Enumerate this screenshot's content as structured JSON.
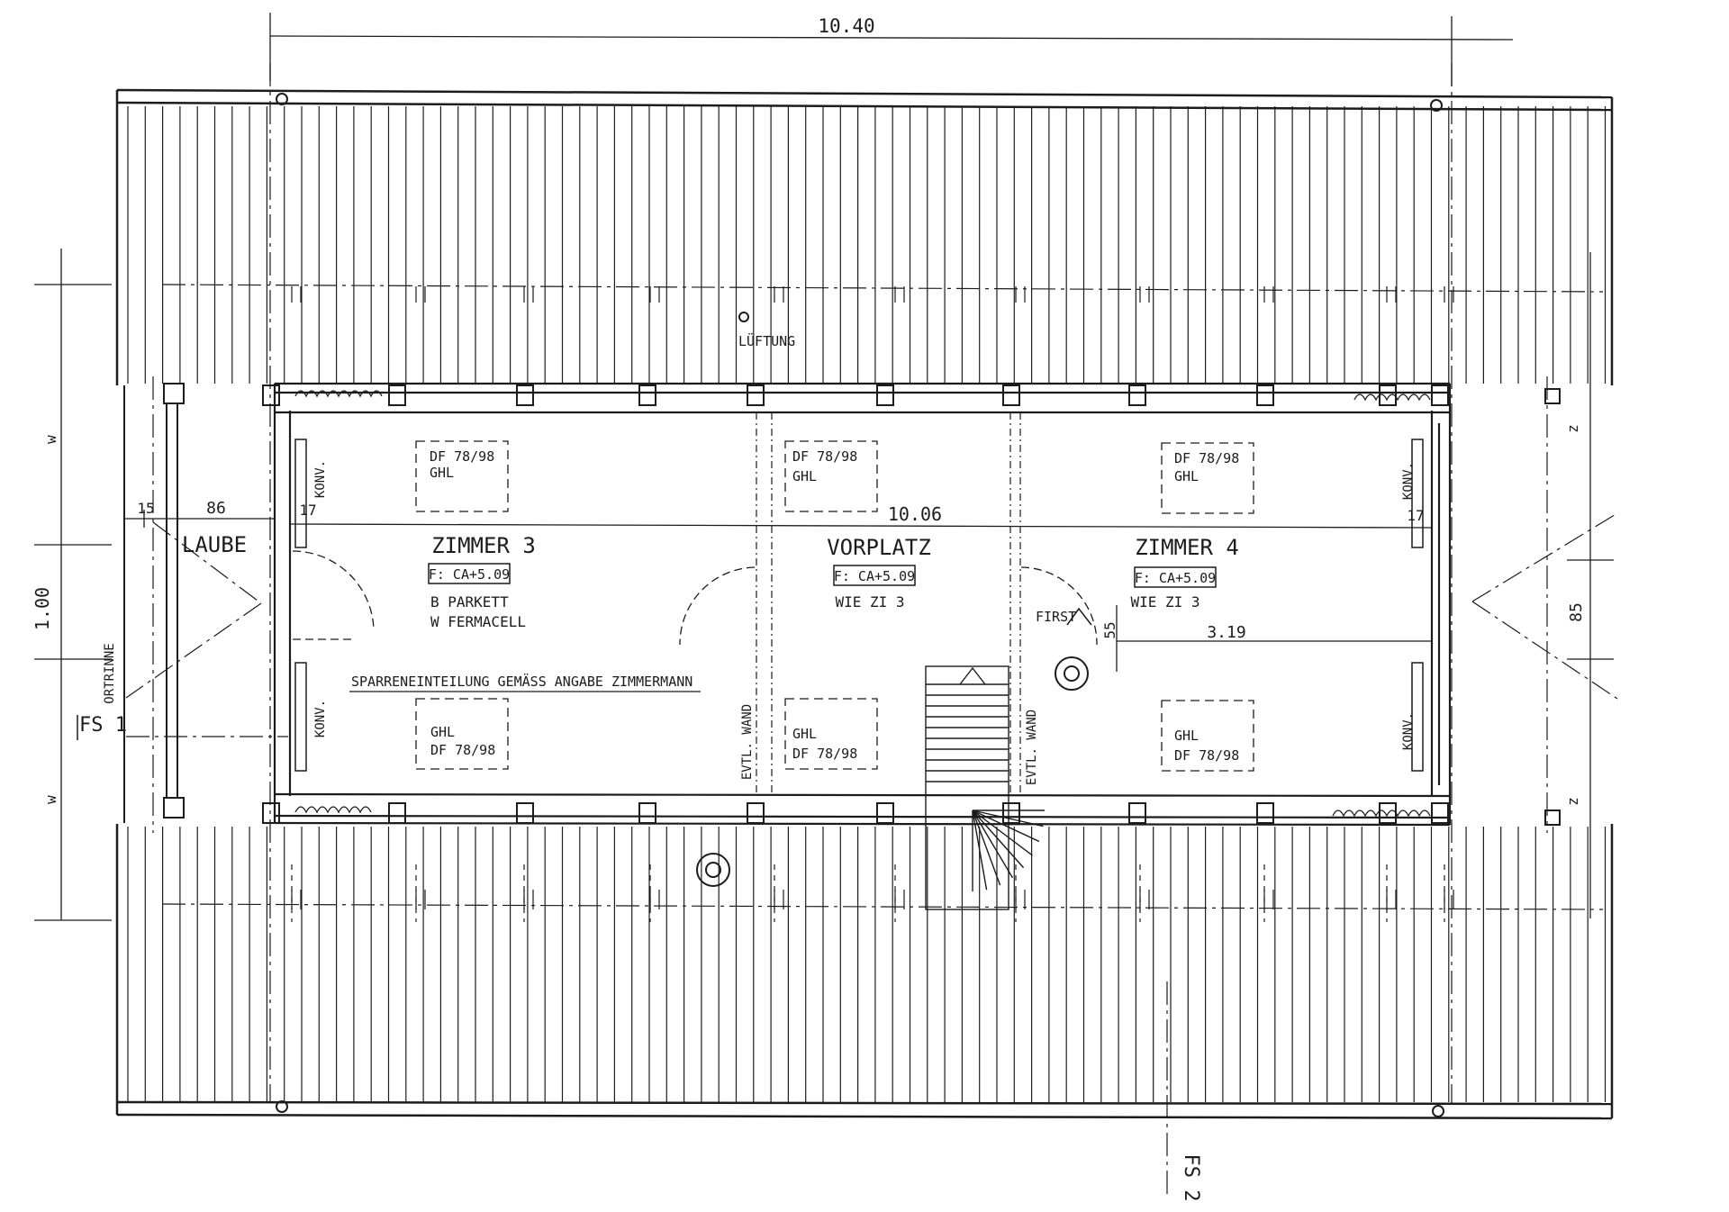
{
  "dimensions": {
    "overall_width": "10.40",
    "inner_width": "10.06",
    "eave_15": "15",
    "laube_86": "86",
    "wall_17_left": "17",
    "wall_17_right": "17",
    "left_w_top": "w",
    "left_100": "1.00",
    "left_w_bottom": "w",
    "right_z_top": "z",
    "right_85": "85",
    "right_z_bottom": "z",
    "first_55": "55",
    "first_319": "3.19"
  },
  "rooms": {
    "zimmer3": {
      "name": "ZIMMER 3",
      "area": "F: CA+5.09",
      "floor": "B PARKETT",
      "wall": "W FERMACELL"
    },
    "vorplatz": {
      "name": "VORPLATZ",
      "area": "F: CA+5.09",
      "note": "WIE ZI 3"
    },
    "zimmer4": {
      "name": "ZIMMER 4",
      "area": "F: CA+5.09",
      "note": "WIE ZI 3"
    },
    "laube": {
      "name": "LAUBE"
    }
  },
  "windows": {
    "top_line1": "DF 78/98",
    "top_line2": "GHL",
    "bottom_line1": "GHL",
    "bottom_line2": "DF 78/98"
  },
  "labels": {
    "lueftung": "LÜFTUNG",
    "konv": "KONV.",
    "sparren": "SPARRENEINTEILUNG GEMÄSS ANGABE ZIMMERMANN",
    "evtl_wand": "EVTL. WAND",
    "first": "FIRST",
    "ortrinne": "ORTRINNE",
    "fs1": "FS 1",
    "fs2": "FS 2"
  }
}
